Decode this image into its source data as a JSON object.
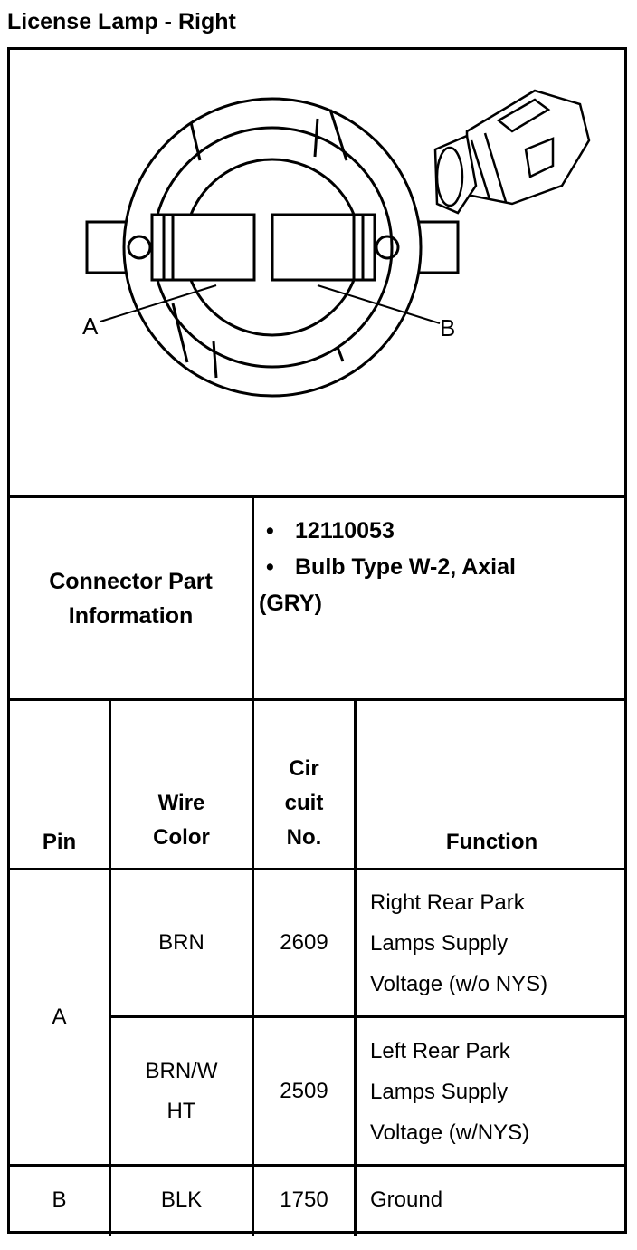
{
  "title": "License Lamp - Right",
  "diagram": {
    "label_a": "A",
    "label_b": "B"
  },
  "connector_info": {
    "label_line1": "Connector Part",
    "label_line2": "Information",
    "items": [
      "12110053",
      "Bulb Type W-2, Axial"
    ],
    "items_continuation": "(GRY)"
  },
  "headers": {
    "pin": "Pin",
    "wire_color_line1": "Wire",
    "wire_color_line2": "Color",
    "circuit_line1": "Cir",
    "circuit_line2": "cuit",
    "circuit_line3": "No.",
    "function": "Function"
  },
  "rows": [
    {
      "pin": "A",
      "wire_color_line1": "BRN",
      "wire_color_line2": "",
      "circuit": "2609",
      "function_lines": [
        "Right Rear Park",
        "Lamps Supply",
        "Voltage (w/o NYS)"
      ]
    },
    {
      "pin": "",
      "wire_color_line1": "BRN/W",
      "wire_color_line2": "HT",
      "circuit": "2509",
      "function_lines": [
        "Left Rear Park",
        "Lamps Supply",
        "Voltage (w/NYS)"
      ]
    },
    {
      "pin": "B",
      "wire_color_line1": "BLK",
      "wire_color_line2": "",
      "circuit": "1750",
      "function_lines": [
        "Ground"
      ]
    }
  ]
}
